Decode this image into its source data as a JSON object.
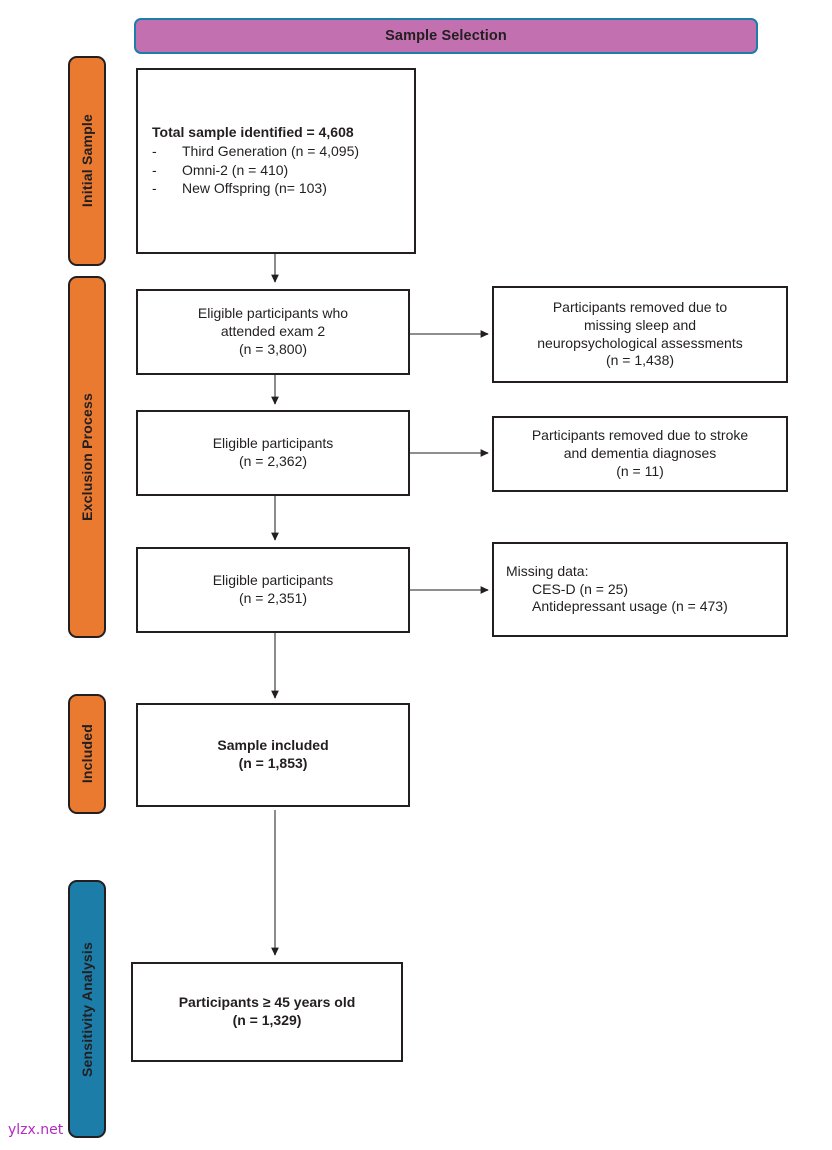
{
  "header": {
    "title": "Sample Selection",
    "fill_color": "#c270b0",
    "border_color": "#1b7da8"
  },
  "stages": [
    {
      "id": "initial-sample",
      "label": "Initial Sample",
      "color": "#ea7a30"
    },
    {
      "id": "exclusion-process",
      "label": "Exclusion Process",
      "color": "#ea7a30"
    },
    {
      "id": "included",
      "label": "Included",
      "color": "#ea7a30"
    },
    {
      "id": "sensitivity",
      "label": "Sensitivity Analysis",
      "color": "#1b7da8"
    }
  ],
  "boxes": {
    "initial": {
      "heading": "Total sample identified = 4,608",
      "bullets": [
        {
          "dash": "-",
          "text": "Third Generation (n = 4,095)"
        },
        {
          "dash": "-",
          "text": "Omni-2 (n = 410)"
        },
        {
          "dash": "-",
          "text": "New Offspring (n= 103)"
        }
      ]
    },
    "exam2": {
      "lines": [
        "Eligible participants who",
        "attended exam 2",
        "(n = 3,800)"
      ]
    },
    "removed_sleep": {
      "lines": [
        "Participants removed due to",
        "missing sleep and",
        "neuropsychological assessments",
        "(n = 1,438)"
      ]
    },
    "eligible_2362": {
      "lines": [
        "Eligible participants",
        "(n = 2,362)"
      ]
    },
    "removed_stroke": {
      "lines": [
        "Participants removed due to stroke",
        "and dementia diagnoses",
        "(n = 11)"
      ]
    },
    "eligible_2351": {
      "lines": [
        "Eligible participants",
        "(n = 2,351)"
      ]
    },
    "missing_data": {
      "heading": "Missing data:",
      "items": [
        "CES-D (n = 25)",
        "Antidepressant usage (n = 473)"
      ]
    },
    "included": {
      "lines": [
        "Sample included",
        "(n = 1,853)"
      ]
    },
    "sensitivity": {
      "lines": [
        "Participants ≥ 45 years old",
        "(n = 1,329)"
      ]
    }
  },
  "watermark": {
    "text": "ylzx.net",
    "color": "#b429c4"
  },
  "chart_data": {
    "type": "diagram",
    "title": "Sample Selection",
    "nodes": [
      {
        "id": "initial",
        "label": "Total sample identified = 4,608",
        "n": 4608
      },
      {
        "id": "third-generation",
        "label": "Third Generation",
        "n": 4095
      },
      {
        "id": "omni-2",
        "label": "Omni-2",
        "n": 410
      },
      {
        "id": "new-offspring",
        "label": "New Offspring",
        "n": 103
      },
      {
        "id": "exam2",
        "label": "Eligible participants who attended exam 2",
        "n": 3800
      },
      {
        "id": "removed-sleep",
        "label": "Participants removed due to missing sleep and neuropsychological assessments",
        "n": 1438
      },
      {
        "id": "eligible-2362",
        "label": "Eligible participants",
        "n": 2362
      },
      {
        "id": "removed-stroke",
        "label": "Participants removed due to stroke and dementia diagnoses",
        "n": 11
      },
      {
        "id": "eligible-2351",
        "label": "Eligible participants",
        "n": 2351
      },
      {
        "id": "missing-cesd",
        "label": "CES-D missing",
        "n": 25
      },
      {
        "id": "missing-antidep",
        "label": "Antidepressant usage missing",
        "n": 473
      },
      {
        "id": "included",
        "label": "Sample included",
        "n": 1853
      },
      {
        "id": "sensitivity",
        "label": "Participants ≥ 45 years old",
        "n": 1329
      }
    ],
    "edges": [
      {
        "from": "initial",
        "to": "exam2",
        "type": "flow"
      },
      {
        "from": "exam2",
        "to": "removed-sleep",
        "type": "exclusion"
      },
      {
        "from": "exam2",
        "to": "eligible-2362",
        "type": "flow"
      },
      {
        "from": "eligible-2362",
        "to": "removed-stroke",
        "type": "exclusion"
      },
      {
        "from": "eligible-2362",
        "to": "eligible-2351",
        "type": "flow"
      },
      {
        "from": "eligible-2351",
        "to": "missing-cesd",
        "type": "exclusion"
      },
      {
        "from": "eligible-2351",
        "to": "included",
        "type": "flow"
      },
      {
        "from": "included",
        "to": "sensitivity",
        "type": "flow"
      }
    ]
  }
}
